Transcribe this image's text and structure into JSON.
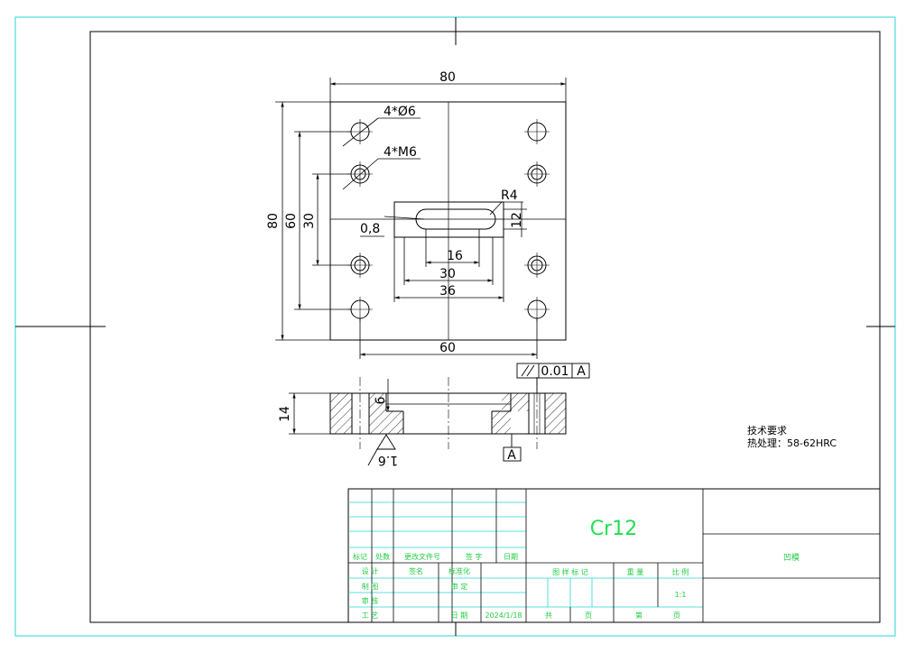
{
  "dimensions": {
    "width_80": "80",
    "height_80": "80",
    "height_60": "60",
    "height_30": "30",
    "holes_d6": "4*Ø6",
    "holes_m6": "4*M6",
    "radius": "R4",
    "slot_height": "12",
    "offset": "0,8",
    "slot_16": "16",
    "slot_30": "30",
    "slot_36": "36",
    "width_60": "60",
    "thickness": "14",
    "depth": "6",
    "roughness": "1.6",
    "datum": "A",
    "tolerance_value": "0.01",
    "tolerance_datum": "A"
  },
  "notes": {
    "title": "技术要求",
    "heat_treatment": "热处理：58-62HRC"
  },
  "title_block": {
    "material": "Cr12",
    "part_name": "凹模",
    "row_labels": [
      "标记",
      "处数",
      "更改文件号",
      "签 字",
      "日期"
    ],
    "design": "设 计",
    "signature": "签名",
    "standardization": "标准化",
    "drawing": "制 图",
    "review_label": "审 核",
    "check": "审 定",
    "process": "工 艺",
    "date_label": "日 期",
    "date_value": "2024/1/18",
    "stage_mark": "图 样 标 记",
    "weight": "重 量",
    "scale_label": "比 例",
    "scale_value": "1:1",
    "total": "共",
    "page": "页",
    "sheet": "第",
    "sheet_page": "页"
  },
  "colors": {
    "border_outer": "#2ad4d4",
    "lines": "#000000",
    "title_text": "#22cc44"
  }
}
